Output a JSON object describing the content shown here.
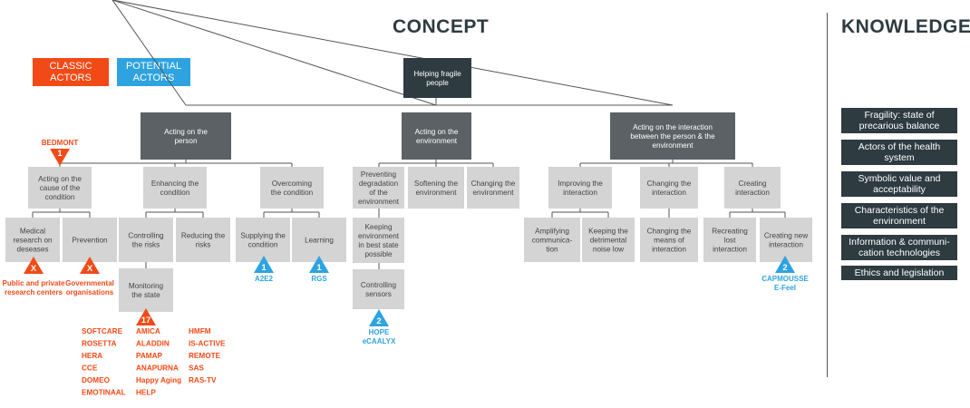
{
  "headers": {
    "concept": "CONCEPT",
    "knowledge": "KNOWLEDGE"
  },
  "legend": {
    "classic": "CLASSIC\nACTORS",
    "potential": "POTENTIAL\nACTORS"
  },
  "colors": {
    "classic": "#f24a17",
    "potential": "#2ea3e0",
    "dark": "#2e3b40",
    "mid": "#5b6164",
    "light": "#d4d4d4"
  },
  "knowledge": [
    "Fragility: state of\nprecarious balance",
    "Actors of the health\nsystem",
    "Symbolic value and\nacceptability",
    "Characteristics of the\nenvironment",
    "Information & communi-\ncation technologies",
    "Ethics and legislation"
  ],
  "tree": {
    "root": "Helping fragile\npeople",
    "level1": [
      "Acting on the\nperson",
      "Acting on the\nenvironment",
      "Acting on the interaction\nbetween the person & the\nenvironment"
    ],
    "level2": [
      "Acting on the\ncause of the\ncondition",
      "Enhancing the\ncondition",
      "Overcoming\nthe condition",
      "Preventing\ndegradation\nof the\nenvironment",
      "Softening the\nenvironment",
      "Changing the\nenvironment",
      "Improving the\ninteraction",
      "Changing the\ninteraction",
      "Creating\ninteraction"
    ],
    "level3": [
      "Medical\nresearch on\ndeseases",
      "Prevention",
      "Controlling\nthe risks",
      "Reducing the\nrisks",
      "Supplying the\ncondition",
      "Learning",
      "Keeping\nenvironment\nin best state\npossible",
      "Amplifying\ncommunica-\ntion",
      "Keeping the\ndetrimental\nnoise low",
      "Changing the\nmeans of\ninteraction",
      "Recreating\nlost\ninteraction",
      "Creating new\ninteraction"
    ],
    "level4": [
      "Monitoring\nthe state",
      "Controlling\nsensors"
    ]
  },
  "markers": [
    {
      "id": "bedmont",
      "kind": "classic",
      "number": "1",
      "dir": "down",
      "caption": "BEDMONT"
    },
    {
      "id": "medical",
      "kind": "classic",
      "number": "X",
      "dir": "up",
      "caption": "Public and private\nresearch centers"
    },
    {
      "id": "prevention",
      "kind": "classic",
      "number": "X",
      "dir": "up",
      "caption": "Governmental\norganisations"
    },
    {
      "id": "monitoring",
      "kind": "classic",
      "number": "17",
      "dir": "up",
      "caption": ""
    },
    {
      "id": "supplying",
      "kind": "potential",
      "number": "1",
      "dir": "up",
      "caption": "A2E2"
    },
    {
      "id": "learning",
      "kind": "potential",
      "number": "1",
      "dir": "up",
      "caption": "RGS"
    },
    {
      "id": "sensors",
      "kind": "potential",
      "number": "2",
      "dir": "up",
      "caption": "HOPE\neCAALYX"
    },
    {
      "id": "creating",
      "kind": "potential",
      "number": "2",
      "dir": "up",
      "caption": "CAPMOUSSE\nE-Feel"
    }
  ],
  "projects": {
    "col1": [
      "SOFTCARE",
      "ROSETTA",
      "HERA",
      "CCE",
      "DOMEO",
      "EMOTINAAL"
    ],
    "col2": [
      "AMICA",
      "ALADDIN",
      "PAMAP",
      "ANAPURNA",
      "Happy Aging",
      "HELP"
    ],
    "col3": [
      "HMFM",
      "IS-ACTIVE",
      "REMOTE",
      "SAS",
      "RAS-TV"
    ]
  }
}
